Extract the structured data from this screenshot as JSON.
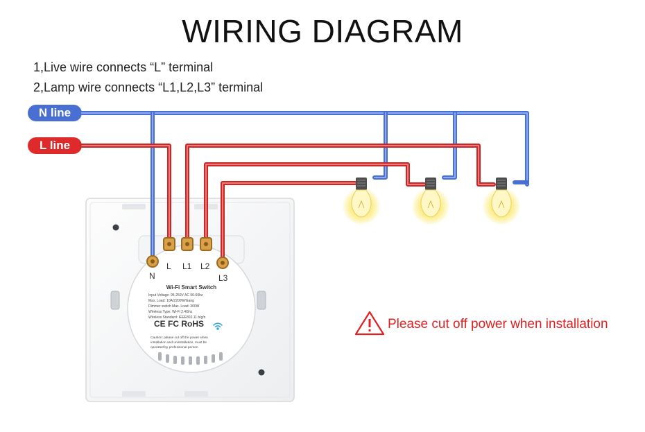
{
  "title": "WIRING DIAGRAM",
  "instructions": [
    "1,Live wire connects “L” terminal",
    "2,Lamp wire connects “L1,L2,L3” terminal"
  ],
  "lines": {
    "n_line": "N line",
    "l_line": "L line"
  },
  "terminals": [
    "N",
    "L",
    "L1",
    "L2",
    "L3"
  ],
  "switch_label": {
    "name": "Wi-Fi Smart Switch",
    "specs": [
      "Input Voltage: 95-250V AC 50-60hz",
      "Max. Load: 10A/2200W/Gang",
      "Dimmer switch Max. Load: 300W",
      "Wireless Type: Wi-Fi 2.4Ghz",
      "Wireless Standard: IEEE802.11 b/g/n"
    ],
    "marks": "CE FC RoHS",
    "caution": [
      "Caution: please cut off the power when",
      "installation and uninstallation, must be",
      "operated by professional person"
    ]
  },
  "warning": "Please cut off power when installation",
  "colors": {
    "n_wire": "#4a6fd3",
    "l_wire": "#de2a2a",
    "warning": "#e02020"
  },
  "icons": [
    "warning-triangle-icon",
    "bulb-icon",
    "wifi-icon"
  ]
}
